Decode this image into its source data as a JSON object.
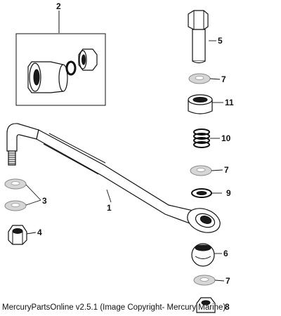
{
  "diagram": {
    "callouts": {
      "c1": "1",
      "c2": "2",
      "c3": "3",
      "c4": "4",
      "c5": "5",
      "c6": "6",
      "c7a": "7",
      "c7b": "7",
      "c7c": "7",
      "c8": "8",
      "c9": "9",
      "c10": "10",
      "c11": "11"
    }
  },
  "footer": {
    "text": "MercuryPartsOnline v2.5.1 (Image Copyright- Mercury Marine)"
  }
}
